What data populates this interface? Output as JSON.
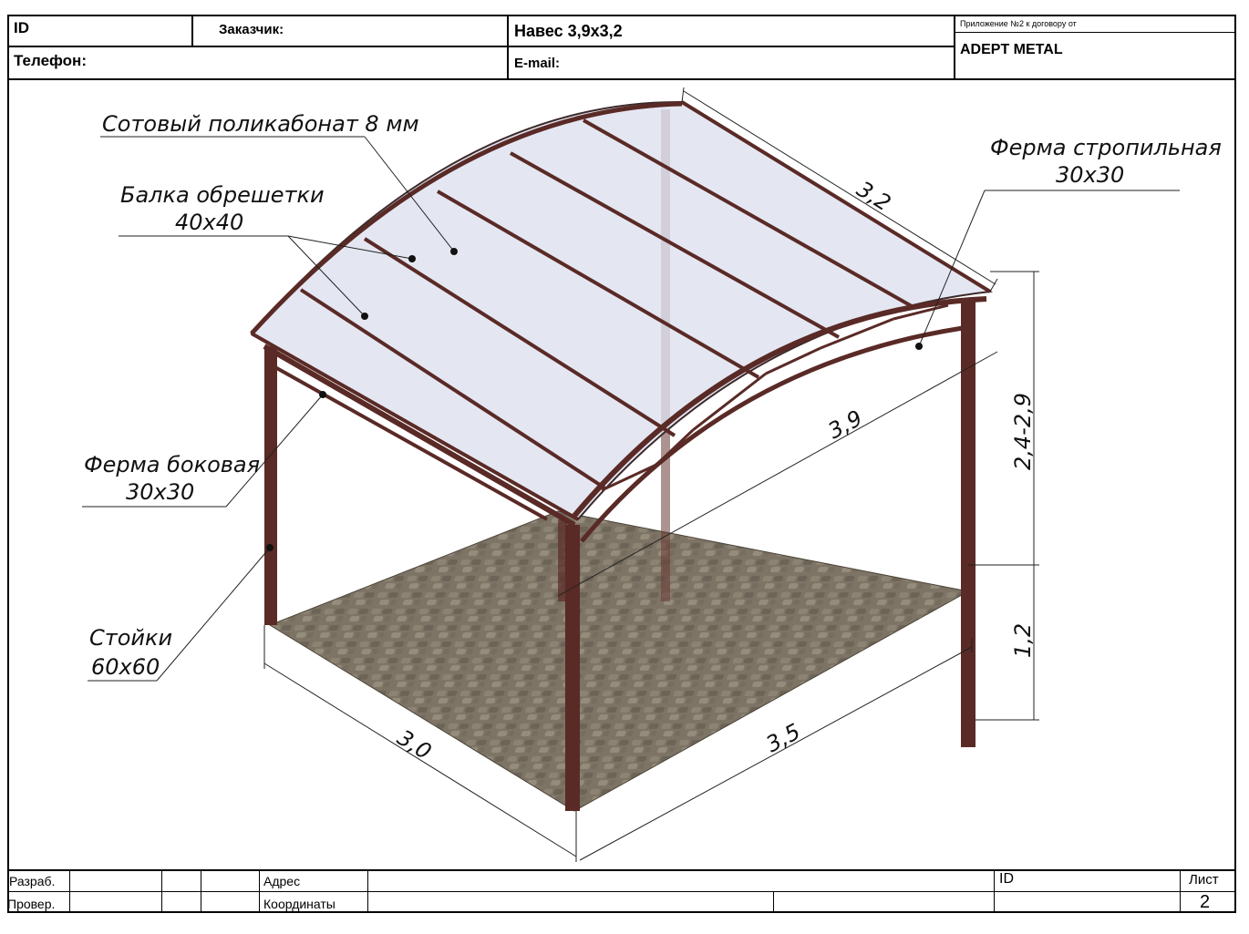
{
  "header": {
    "id_label": "ID",
    "customer_label": "Заказчик:",
    "title": "Навес 3,9х3,2",
    "appendix": "Приложение №2 к договору  от",
    "company": "ADEPT METAL",
    "phone_label": "Телефон:",
    "email_label": "E-mail:"
  },
  "callouts": {
    "polycarbonate": "Сотовый поликабонат 8 мм",
    "lath_beam_1": "Балка обрешетки",
    "lath_beam_2": "40х40",
    "rafter_truss_1": "Ферма стропильная",
    "rafter_truss_2": "30х30",
    "side_truss_1": "Ферма боковая",
    "side_truss_2": "30х30",
    "posts_1": "Стойки",
    "posts_2": "60х60"
  },
  "dimensions": {
    "roof_depth": "3,2",
    "roof_length": "3,9",
    "height": "2,4-2,9",
    "base_height": "1,2",
    "floor_width": "3,0",
    "floor_length": "3,5"
  },
  "footer": {
    "developed": "Разраб.",
    "checked": "Провер.",
    "address": "Адрес",
    "coordinates": "Координаты",
    "id_label": "ID",
    "sheet_label": "Лист",
    "sheet_number": "2"
  },
  "colors": {
    "frame_steel": "#5a2a26",
    "polycarbonate": "#dde0ee",
    "paving": "#7d7466"
  }
}
